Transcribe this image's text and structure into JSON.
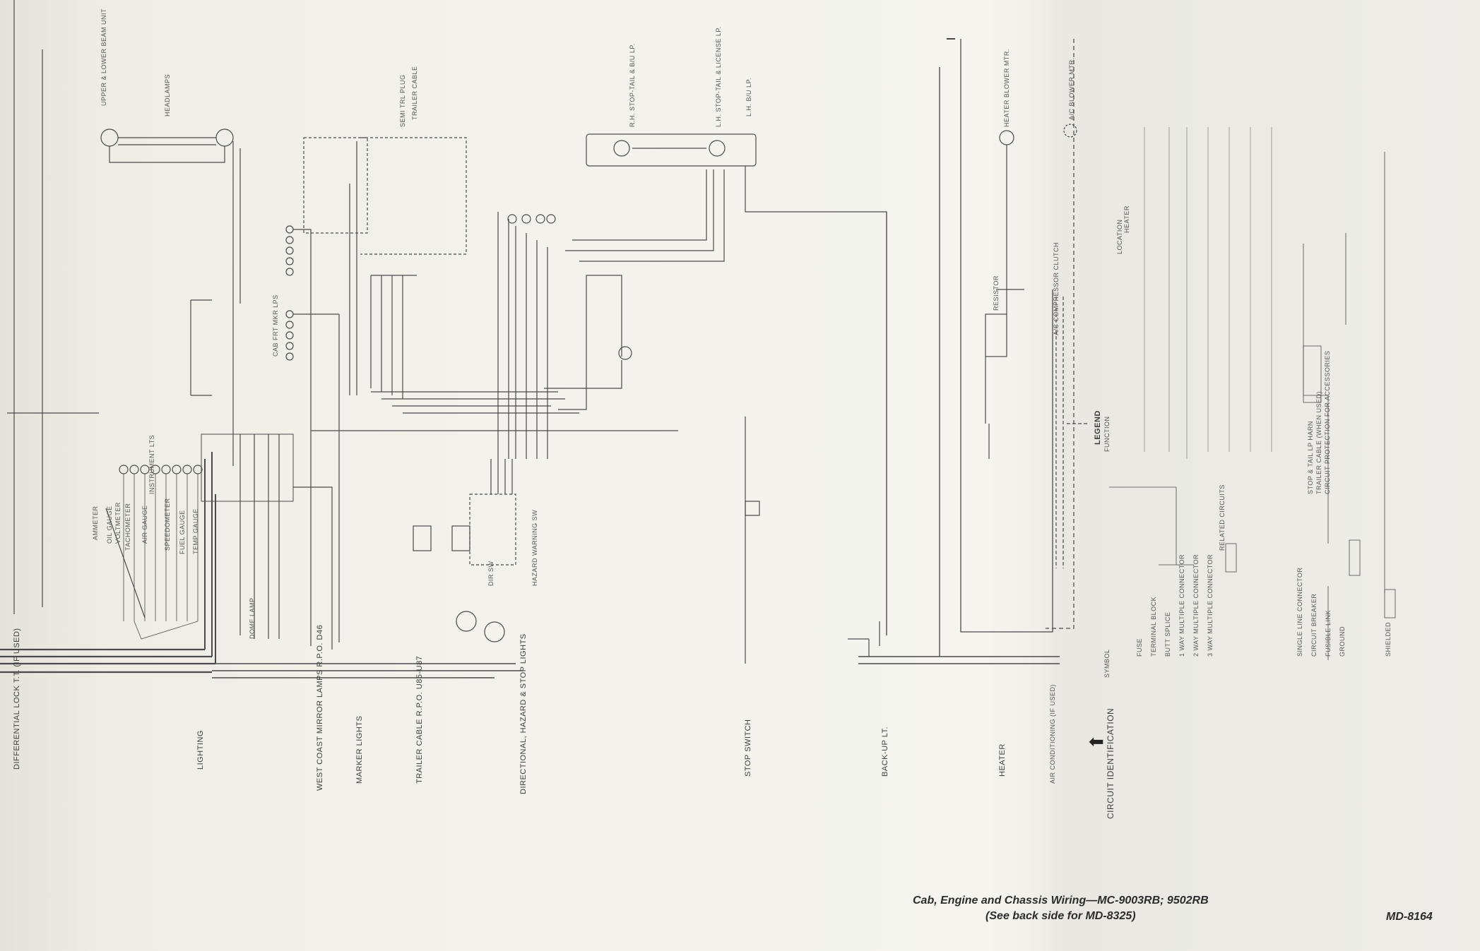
{
  "document": {
    "caption_line1": "Cab, Engine and Chassis Wiring—MC-9003RB; 9502RB",
    "caption_line2": "(See back side for MD-8325)",
    "doc_number": "MD-8164"
  },
  "circuit_identification": {
    "heading": "CIRCUIT IDENTIFICATION",
    "arrow": "left-arrow-icon",
    "circuits": [
      "DIFFERENTIAL LOCK T.T. (IF USED)",
      "LIGHTING",
      "WEST COAST MIRROR LAMPS R.P.O. D46",
      "MARKER LIGHTS",
      "TRAILER CABLE R.P.O. U85-U87",
      "DIRECTIONAL, HAZARD & STOP LIGHTS",
      "STOP SWITCH",
      "BACK-UP LT.",
      "HEATER",
      "AIR CONDITIONING (IF USED)"
    ]
  },
  "components": {
    "upper_lower_beam_unit": "UPPER & LOWER BEAM UNIT",
    "headlamps": "HEADLAMPS",
    "instrument_lts": "INSTRUMENT LTS",
    "tachometer": "TACHOMETER",
    "air_gauge": "AIR GAUGE",
    "speedometer": "SPEEDOMETER",
    "fuel_gauge": "FUEL GAUGE",
    "temp_gauge": "TEMP GAUGE",
    "oil_gauge": "OIL GAUGE",
    "voltmeter": "VOLTMETER",
    "ammeter": "AMMETER",
    "dome_lamp": "DOME LAMP",
    "cab_frt_mkr_lps": "CAB FRT MKR LPS",
    "semi_trl_plug": "SEMI TRL PLUG",
    "trailer_cable": "TRAILER CABLE",
    "turn_signal_sw": "DIR SW",
    "hazard_warning_sw": "HAZARD WARNING SW",
    "lh_stop_tail": "L.H. STOP-TAIL & LICENSE LP.",
    "rh_stop_tail": "R.H. STOP-TAIL & B/U LP.",
    "lh_bu_lp": "L.H. B/U LP.",
    "heater_blower_mtr": "HEATER BLOWER MTR.",
    "ac_blower_mtr": "A/C BLOWER MTR.",
    "resistor": "RESISTOR",
    "ac_compressor_clutch": "A/C COMPRESSOR CLUTCH"
  },
  "legend": {
    "heading": "LEGEND",
    "col_symbol": "SYMBOL",
    "col_function": "FUNCTION",
    "col_location": "LOCATION",
    "items": [
      "FUSE",
      "TERMINAL BLOCK",
      "BUTT SPLICE",
      "1 WAY MULTIPLE CONNECTOR",
      "2 WAY MULTIPLE CONNECTOR",
      "3 WAY MULTIPLE CONNECTOR",
      "SINGLE LINE CONNECTOR",
      "CIRCUIT BREAKER",
      "FUSIBLE LINK",
      "GROUND",
      "SHIELDED"
    ],
    "functions": [
      "RELATED CIRCUITS",
      "STOP & TAIL LP HARN",
      "TRAILER CABLE (WHEN USED)",
      "CIRCUIT PROTECTION FOR ACCESSORIES",
      "HEATER"
    ]
  },
  "colors": {
    "paper": "#f3f2ec",
    "wire": "#444444",
    "ink": "#2c2c2c"
  }
}
